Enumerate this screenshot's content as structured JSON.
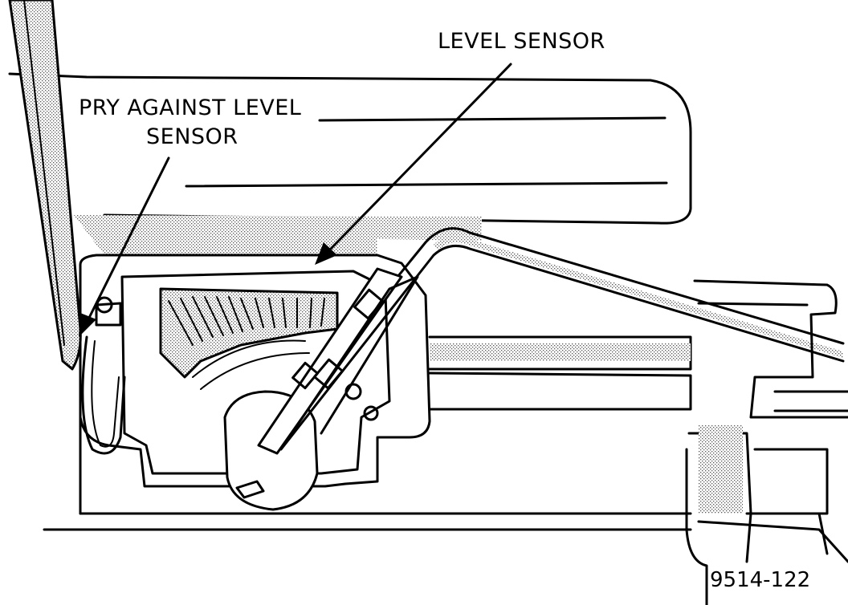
{
  "figure": {
    "labels": {
      "level_sensor": "LEVEL SENSOR",
      "pry_line1": "PRY AGAINST LEVEL",
      "pry_line2": "SENSOR",
      "figure_number": "9514-122"
    },
    "colors": {
      "ink": "#000000",
      "paper": "#ffffff",
      "stipple": "#b8b8b8"
    }
  }
}
